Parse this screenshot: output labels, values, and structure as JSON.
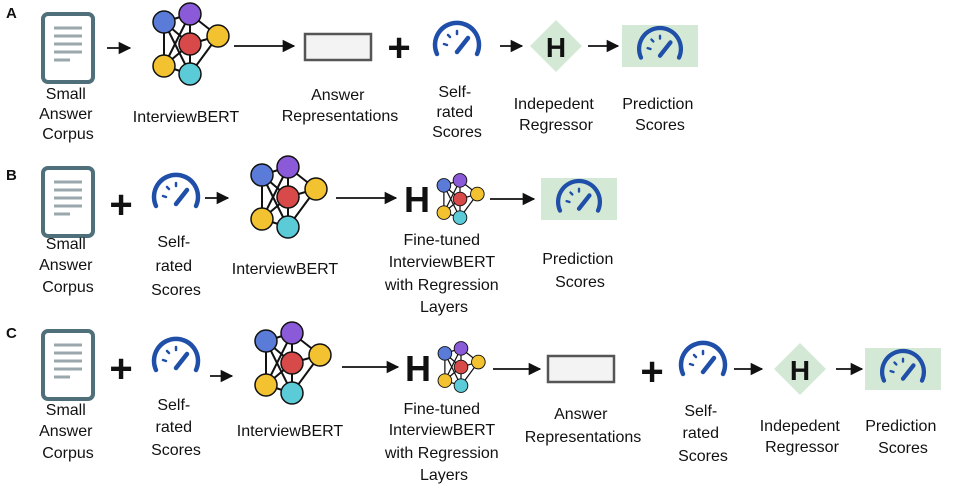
{
  "panels": {
    "a": {
      "letter": "A",
      "corpus_label": [
        "Small",
        "Answer",
        "Corpus"
      ],
      "model_label": "InterviewBERT",
      "repr_label": [
        "Answer",
        "Representations"
      ],
      "plus": "+",
      "self_rated_label": [
        "Self-",
        "rated",
        "Scores"
      ],
      "regressor_symbol": "H",
      "regressor_label": [
        "Indepedent",
        "Regressor"
      ],
      "prediction_label": [
        "Prediction",
        "Scores"
      ]
    },
    "b": {
      "letter": "B",
      "corpus_label": [
        "Small",
        "Answer",
        "Corpus"
      ],
      "plus": "+",
      "self_rated_label": [
        "Self-",
        "rated",
        "Scores"
      ],
      "model_label": "InterviewBERT",
      "finetuned_symbol": "H",
      "finetuned_label": [
        "Fine-tuned",
        "InterviewBERT",
        "with Regression",
        "Layers"
      ],
      "prediction_label": [
        "Prediction",
        "Scores"
      ]
    },
    "c": {
      "letter": "C",
      "corpus_label": [
        "Small",
        "Answer",
        "Corpus"
      ],
      "plus": "+",
      "self_rated_label": [
        "Self-",
        "rated",
        "Scores"
      ],
      "model_label": "InterviewBERT",
      "finetuned_symbol": "H",
      "finetuned_label": [
        "Fine-tuned",
        "InterviewBERT",
        "with Regression",
        "Layers"
      ],
      "repr_label": [
        "Answer",
        "Representations"
      ],
      "plus2": "+",
      "self_rated_label2": [
        "Self-",
        "rated",
        "Scores"
      ],
      "regressor_symbol": "H",
      "regressor_label": [
        "Indepedent",
        "Regressor"
      ],
      "prediction_label": [
        "Prediction",
        "Scores"
      ]
    }
  },
  "colors": {
    "gauge": "#1f4fa8",
    "prediction_bg": "#d3e9d6",
    "regressor_bg": "#d3e9d6",
    "doc_border": "#4f6f7a",
    "node_blue": "#5a7bd8",
    "node_purple": "#8b5ad8",
    "node_red": "#d84a4a",
    "node_yellow": "#f2c230",
    "node_cyan": "#5ccbd8"
  }
}
